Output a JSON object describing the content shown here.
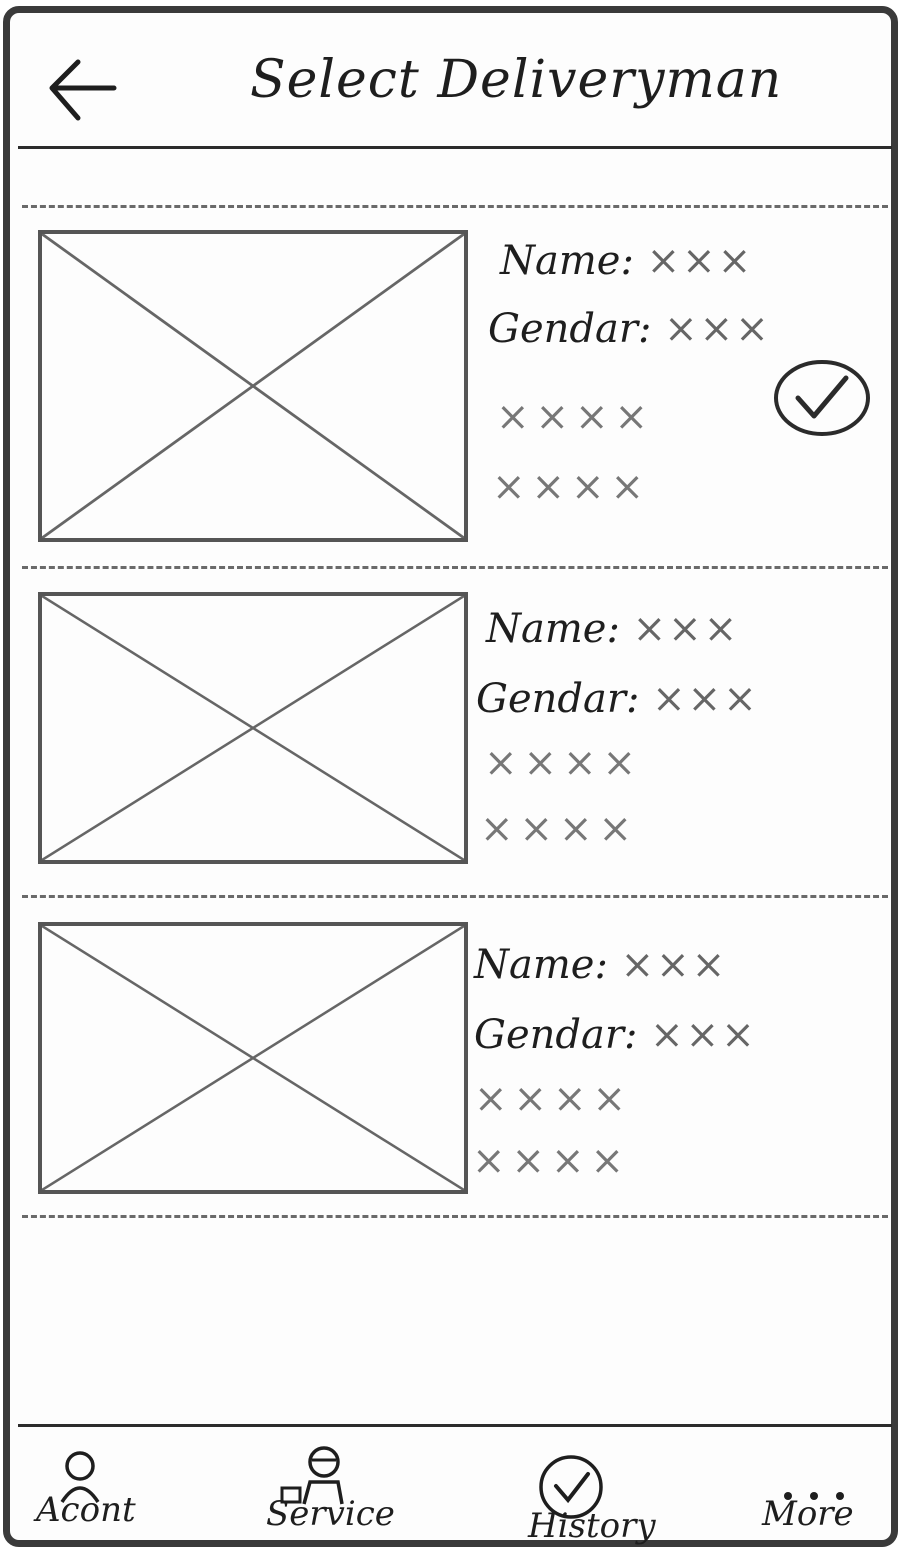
{
  "header": {
    "title": "Select Deliveryman"
  },
  "deliverymen": [
    {
      "name_label": "Name:",
      "name_value": "×××",
      "gender_label": "Gendar:",
      "gender_value": "×××",
      "detail_1": "××××",
      "detail_2": "××××",
      "selected": true
    },
    {
      "name_label": "Name:",
      "name_value": "×××",
      "gender_label": "Gendar:",
      "gender_value": "×××",
      "detail_1": "××××",
      "detail_2": "××××",
      "selected": false
    },
    {
      "name_label": "Name:",
      "name_value": "×××",
      "gender_label": "Gendar:",
      "gender_value": "×××",
      "detail_1": "××××",
      "detail_2": "××××",
      "selected": false
    }
  ],
  "tabbar": {
    "account": {
      "label": "Acont",
      "icon": "person-icon"
    },
    "service": {
      "label": "Service",
      "icon": "deliveryman-icon"
    },
    "history": {
      "label": "History",
      "icon": "checkmark-circle-icon"
    },
    "more": {
      "label": "More",
      "icon": "ellipsis-icon"
    }
  }
}
